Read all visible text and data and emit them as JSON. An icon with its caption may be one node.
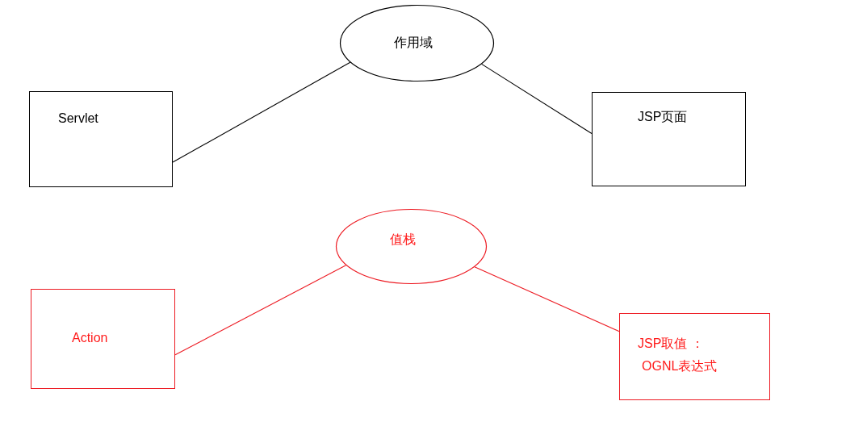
{
  "diagram": {
    "nodes": [
      {
        "text": [
          "Servlet"
        ]
      },
      {
        "text": [
          "作用域"
        ]
      },
      {
        "text": [
          "JSP页面"
        ]
      },
      {
        "text": [
          "Action"
        ]
      },
      {
        "text": [
          "值栈"
        ]
      },
      {
        "text": [
          "JSP取值 ：",
          "OGNL表达式"
        ]
      }
    ],
    "edges": [
      {
        "from": 0,
        "to": 1,
        "arrow": "none"
      },
      {
        "from": 1,
        "to": 2,
        "arrow": "none"
      },
      {
        "from": 3,
        "to": 4,
        "arrow": "none",
        "color": "#ed1c24"
      },
      {
        "from": 4,
        "to": 5,
        "arrow": "none",
        "color": "#ed1c24"
      }
    ]
  }
}
